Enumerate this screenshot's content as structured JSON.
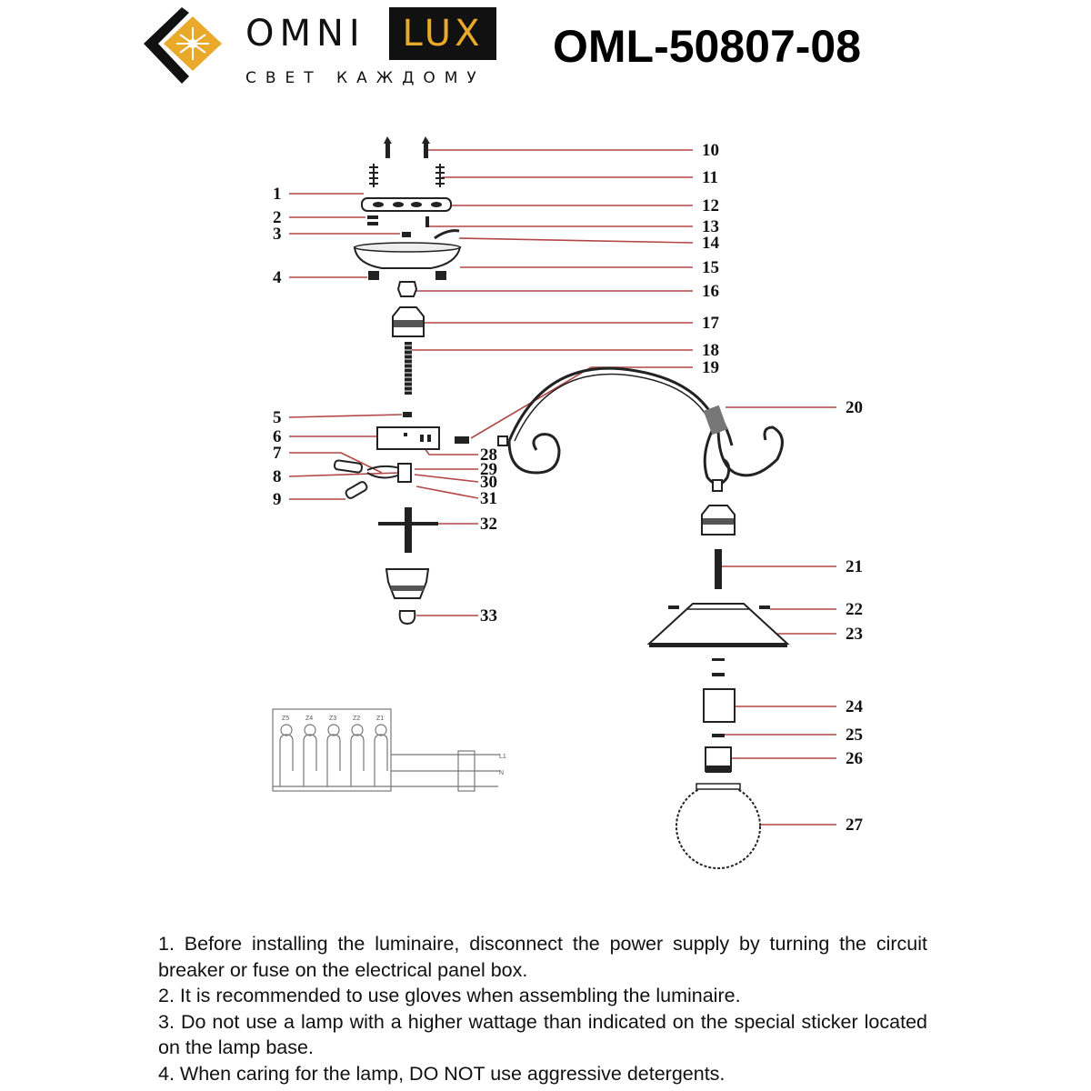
{
  "brand": {
    "name": "OMNI",
    "name_accent": "LUX",
    "tagline": "СВЕТ КАЖДОМУ",
    "accent_color": "#e9a92b"
  },
  "model": "OML-50807-08",
  "diagram": {
    "leader_color": "#b34747",
    "left_labels": [
      "1",
      "2",
      "3",
      "4",
      "5",
      "6",
      "7",
      "8",
      "9"
    ],
    "mid_labels": [
      "28",
      "29",
      "30",
      "31",
      "32",
      "33"
    ],
    "right_labels": [
      "10",
      "11",
      "12",
      "13",
      "14",
      "15",
      "16",
      "17",
      "18",
      "19",
      "20",
      "21",
      "22",
      "23",
      "24",
      "25",
      "26",
      "27"
    ],
    "wiring": {
      "terminals": [
        "Z5",
        "Z4",
        "Z3",
        "Z2",
        "Z1"
      ],
      "lines": [
        "L1",
        "N"
      ]
    }
  },
  "instructions": [
    "1. Before installing the luminaire, disconnect the power supply by turning the circuit breaker or fuse on the electrical panel box.",
    "2. It is recommended to use gloves when assembling the luminaire.",
    "3. Do not use a lamp with a higher wattage than indicated on the special sticker located on the lamp base.",
    "4. When caring for the lamp, DO NOT use aggressive detergents."
  ]
}
